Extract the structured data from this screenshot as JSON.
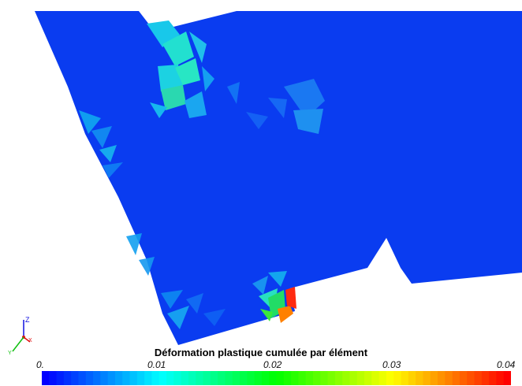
{
  "colorbar": {
    "title": "Déformation plastique cumulée par élément",
    "tick_labels": [
      "0.",
      "0.01",
      "0.02",
      "0.03",
      "0.04"
    ],
    "range": [
      0,
      0.04
    ],
    "colormap": [
      "#0000ff",
      "#00ffff",
      "#00ff00",
      "#ffff00",
      "#ff0000"
    ]
  },
  "axes": {
    "labels": [
      "Z",
      "X",
      "Y"
    ],
    "colors": {
      "z": "#1010e0",
      "x": "#e01010",
      "y": "#10c010"
    }
  },
  "scene": {
    "mesh_base_color": "#0a3cf0",
    "background": "#ffffff"
  }
}
